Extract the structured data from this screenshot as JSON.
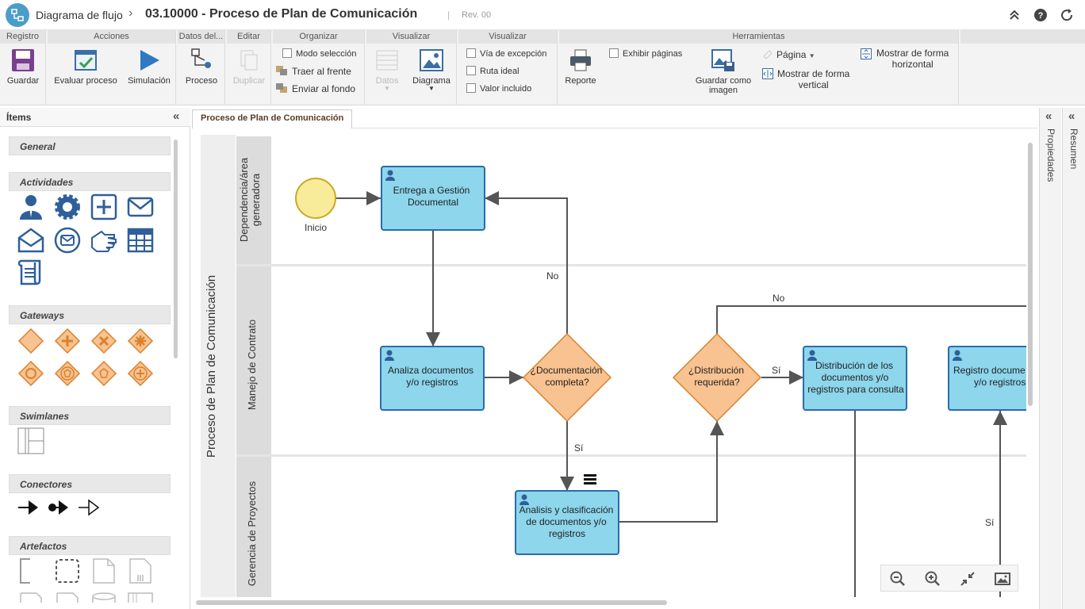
{
  "header": {
    "module": "Diagrama de flujo",
    "title": "03.10000 - Proceso de Plan de Comunicación",
    "separator": "|",
    "revision": "Rev. 00"
  },
  "ribbon": {
    "groups": {
      "registro": "Registro",
      "acciones": "Acciones",
      "datos": "Datos del...",
      "editar": "Editar",
      "organizar": "Organizar",
      "visualizar1": "Visualizar",
      "visualizar2": "Visualizar",
      "herramientas": "Herramientas"
    },
    "buttons": {
      "guardar": "Guardar",
      "evaluar": "Evaluar proceso",
      "simulacion": "Simulación",
      "proceso": "Proceso",
      "duplicar": "Duplicar",
      "datos": "Datos",
      "diagrama": "Diagrama",
      "reporte": "Reporte",
      "guardar_imagen_1": "Guardar como",
      "guardar_imagen_2": "imagen"
    },
    "organizar": {
      "modo_seleccion": "Modo selección",
      "traer_frente": "Traer al frente",
      "enviar_fondo": "Enviar al fondo"
    },
    "visualizar_checks": {
      "excepcion": "Vía de excepción",
      "ruta_ideal": "Ruta ideal",
      "valor_incluido": "Valor incluido"
    },
    "herramientas": {
      "exhibir_paginas": "Exhibir páginas",
      "pagina": "Página",
      "vertical_1": "Mostrar de forma",
      "vertical_2": "vertical",
      "horizontal_1": "Mostrar de forma",
      "horizontal_2": "horizontal"
    }
  },
  "sidebar": {
    "title": "Ítems",
    "categories": [
      "General",
      "Actividades",
      "Gateways",
      "Swimlanes",
      "Conectores",
      "Artefactos"
    ]
  },
  "tabs": [
    "Proceso de Plan de Comunicación"
  ],
  "diagram": {
    "pool": "Proceso de Plan de Comunicación",
    "lanes": [
      "Dependencia/área generadora",
      "Manejo de Contrato",
      "Gerencia de Proyectos"
    ],
    "start_event": "Inicio",
    "tasks": {
      "t1": [
        "Entrega a Gestión",
        "Documental"
      ],
      "t2": [
        "Analiza documentos",
        "y/o registros"
      ],
      "t3": [
        "Analisis y clasificación",
        "de documentos y/o",
        "registros"
      ],
      "t4": [
        "Distribución de los",
        "documentos y/o",
        "registros para consulta"
      ],
      "t5": [
        "Registro docume",
        "y/o registros"
      ]
    },
    "gateways": {
      "g1": [
        "¿Documentación",
        "completa?"
      ],
      "g2": [
        "¿Distribución",
        "requerida?"
      ]
    },
    "flow_labels": {
      "no_1": "No",
      "no_2": "No",
      "si_1": "Sí",
      "si_2": "Sí",
      "si_3": "Sí"
    }
  },
  "right_panels": [
    "Propiedades",
    "Resumen"
  ],
  "colors": {
    "task_fill": "#8dd6ec",
    "task_stroke": "#2a6ca8",
    "gateway_fill": "#f8c291",
    "start_fill": "#f8ec9a",
    "accent": "#4a9dc9"
  }
}
